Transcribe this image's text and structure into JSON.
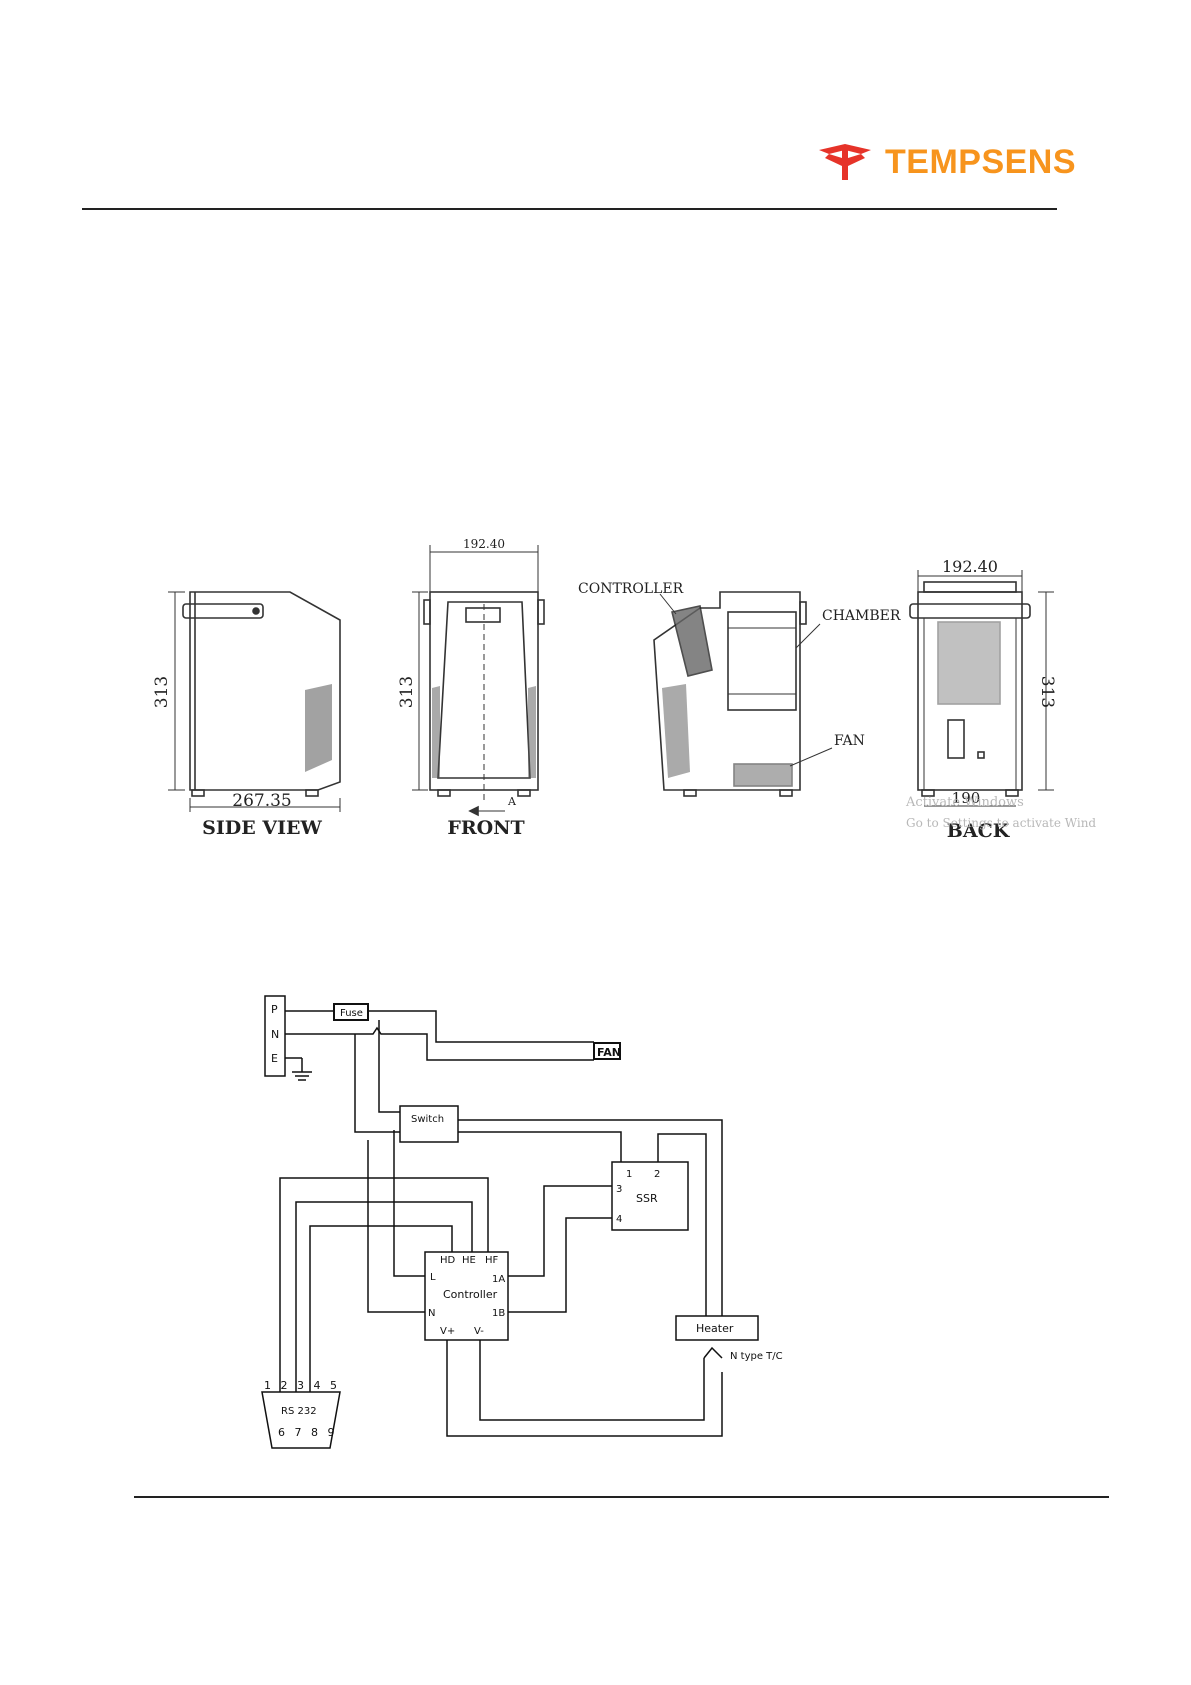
{
  "header": {
    "brand": "TEMPSENS",
    "brand_color": "#f7941d",
    "logo_icon": "tempsens-t-logo-icon"
  },
  "dimension_drawings": {
    "side_view": {
      "caption": "SIDE VIEW",
      "height": "313",
      "depth": "267.35"
    },
    "front_view": {
      "caption": "FRONT",
      "width": "192.40",
      "height": "313",
      "section_marker": "A"
    },
    "internal_view": {
      "controller": "CONTROLLER",
      "chamber": "CHAMBER",
      "fan": "FAN"
    },
    "back_view": {
      "caption": "BACK",
      "width": "192.40",
      "height": "313",
      "base_width": "190"
    },
    "watermark": {
      "line1": "Activate Windows",
      "line2": "Go to Settings to activate Wind"
    }
  },
  "wiring_diagram": {
    "supply": {
      "p": "P",
      "n": "N",
      "e": "E"
    },
    "fuse": "Fuse",
    "fan": "FAN",
    "switch": "Switch",
    "ssr": {
      "label": "SSR",
      "t1": "1",
      "t2": "2",
      "t3": "3",
      "t4": "4"
    },
    "controller": {
      "label": "Controller",
      "hd": "HD",
      "he": "HE",
      "hf": "HF",
      "l": "L",
      "n": "N",
      "t1a": "1A",
      "t1b": "1B",
      "vplus": "V+",
      "vminus": "V-"
    },
    "heater": "Heater",
    "thermocouple": "N type T/C",
    "rs232": {
      "label": "RS 232",
      "top_pins": "1 2 3 4 5",
      "bottom_pins": "6 7 8 9"
    }
  }
}
